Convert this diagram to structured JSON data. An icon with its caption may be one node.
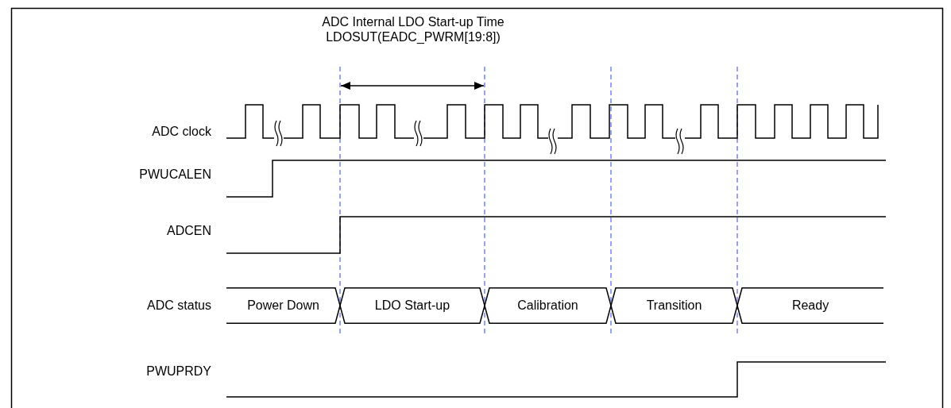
{
  "diagram": {
    "nodes": [
      {
        "text": [
          "Power Down"
        ]
      },
      {
        "text": [
          "LDO Start-up"
        ]
      },
      {
        "text": [
          "Calibration"
        ]
      },
      {
        "text": [
          "Transition"
        ]
      },
      {
        "text": [
          "Ready"
        ]
      }
    ],
    "labels": [
      "ADC Internal LDO Start-up Time LDOSUT(EADC_PWRM[19:8])",
      "ADC clock",
      "PWUCALEN",
      "ADCEN",
      "ADC status",
      "PWUPRDY"
    ]
  }
}
